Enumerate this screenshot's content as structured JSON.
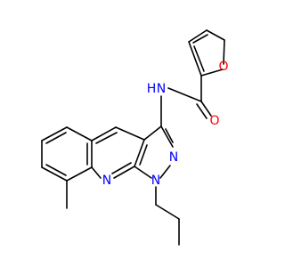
{
  "molecule": {
    "atoms": [
      {
        "id": "O_furan",
        "element": "O",
        "label": "O",
        "color": "#ff0000"
      },
      {
        "id": "O_amide",
        "element": "O",
        "label": "O",
        "color": "#ff0000"
      },
      {
        "id": "NH",
        "element": "N",
        "label": "N",
        "sublabel": "H",
        "color": "#0000ff"
      },
      {
        "id": "N_pyraz2",
        "element": "N",
        "label": "N",
        "color": "#0000ff"
      },
      {
        "id": "N_pyraz1",
        "element": "N",
        "label": "N",
        "color": "#0000ff"
      },
      {
        "id": "N_quin",
        "element": "N",
        "label": "N",
        "color": "#0000ff"
      }
    ]
  }
}
